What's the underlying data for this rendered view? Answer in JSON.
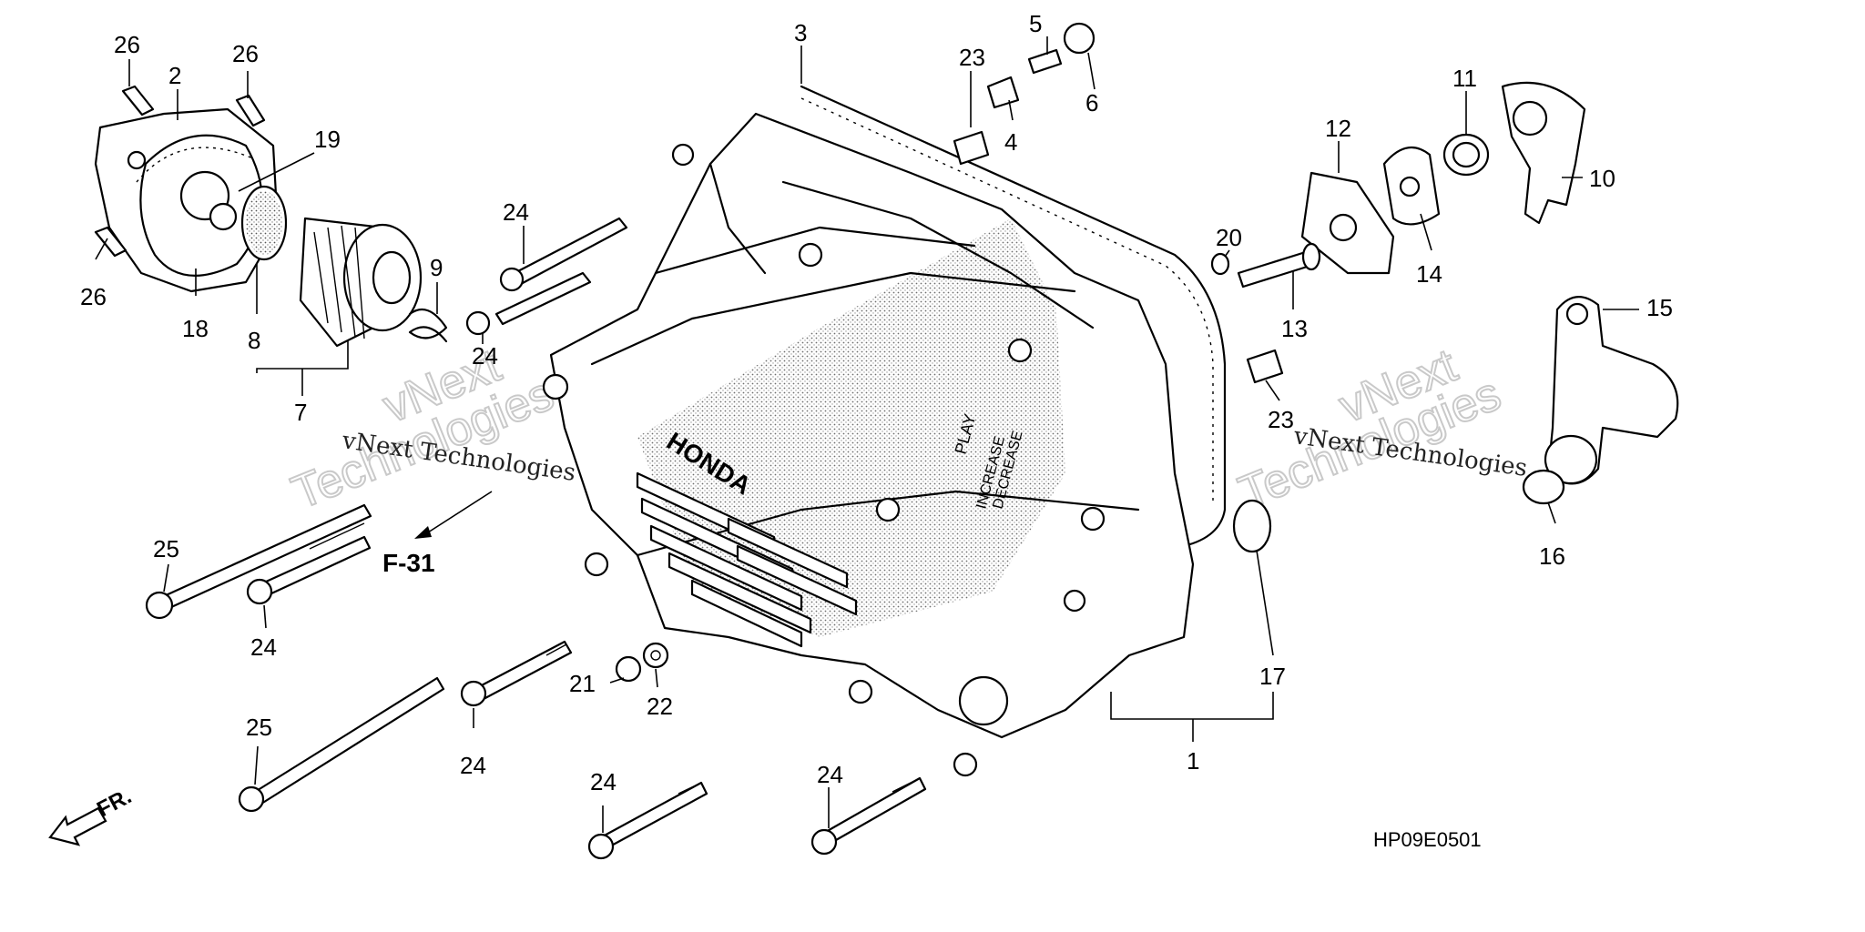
{
  "diagram": {
    "callouts": [
      {
        "id": "c1",
        "text": "1"
      },
      {
        "id": "c2",
        "text": "2"
      },
      {
        "id": "c3",
        "text": "3"
      },
      {
        "id": "c4",
        "text": "4"
      },
      {
        "id": "c5",
        "text": "5"
      },
      {
        "id": "c6",
        "text": "6"
      },
      {
        "id": "c7",
        "text": "7"
      },
      {
        "id": "c8",
        "text": "8"
      },
      {
        "id": "c9",
        "text": "9"
      },
      {
        "id": "c10",
        "text": "10"
      },
      {
        "id": "c11",
        "text": "11"
      },
      {
        "id": "c12",
        "text": "12"
      },
      {
        "id": "c13",
        "text": "13"
      },
      {
        "id": "c14",
        "text": "14"
      },
      {
        "id": "c15",
        "text": "15"
      },
      {
        "id": "c16",
        "text": "16"
      },
      {
        "id": "c17",
        "text": "17"
      },
      {
        "id": "c18",
        "text": "18"
      },
      {
        "id": "c19",
        "text": "19"
      },
      {
        "id": "c20",
        "text": "20"
      },
      {
        "id": "c21",
        "text": "21"
      },
      {
        "id": "c22",
        "text": "22"
      },
      {
        "id": "c23a",
        "text": "23"
      },
      {
        "id": "c23b",
        "text": "23"
      },
      {
        "id": "c24a",
        "text": "24"
      },
      {
        "id": "c24b",
        "text": "24"
      },
      {
        "id": "c24c",
        "text": "24"
      },
      {
        "id": "c24d",
        "text": "24"
      },
      {
        "id": "c24e",
        "text": "24"
      },
      {
        "id": "c24f",
        "text": "24"
      },
      {
        "id": "c25a",
        "text": "25"
      },
      {
        "id": "c25b",
        "text": "25"
      },
      {
        "id": "c26a",
        "text": "26"
      },
      {
        "id": "c26b",
        "text": "26"
      },
      {
        "id": "c26c",
        "text": "26"
      }
    ],
    "reference": "F-31",
    "direction": "FR.",
    "figure_code": "HP09E0501",
    "cover_text": {
      "brand": "HONDA",
      "line1": "PLAY",
      "line2": "INCREASE",
      "line3": "DECREASE"
    },
    "watermarks": {
      "brand": "vNext",
      "company": "vNext Technologies",
      "big": "Technologies"
    }
  }
}
